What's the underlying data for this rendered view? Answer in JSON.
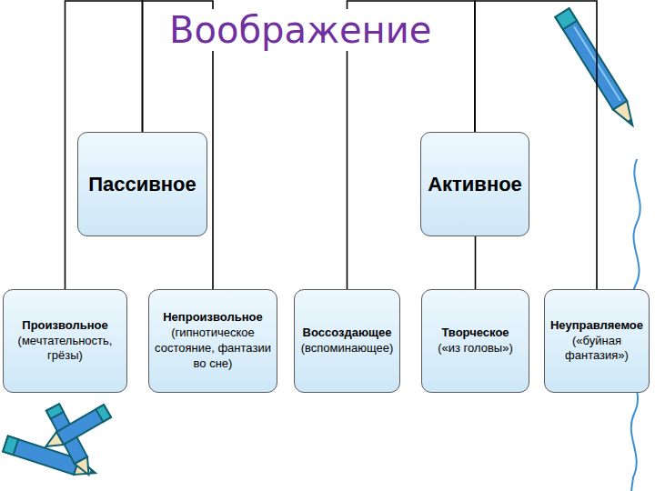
{
  "diagram": {
    "title": "Воображение",
    "nodes": [
      {
        "text": [
          "Пассивное"
        ]
      },
      {
        "text": [
          "Активное"
        ]
      },
      {
        "text": [
          "Произвольное",
          "(мечтательность, грёзы)"
        ]
      },
      {
        "text": [
          "Непроизвольное",
          "(гипнотическое состояние, фантазии во сне)"
        ]
      },
      {
        "text": [
          "Воссоздающее",
          "(вспоминающее)"
        ]
      },
      {
        "text": [
          "Творческое",
          "(«из головы»)"
        ]
      },
      {
        "text": [
          "Неуправляемое",
          "(«буйная фантазия»)"
        ]
      }
    ],
    "edges": [
      {
        "from": 0,
        "to": 2,
        "arrow": "none"
      },
      {
        "from": 0,
        "to": 3,
        "arrow": "none"
      },
      {
        "from": 1,
        "to": 4,
        "arrow": "none"
      },
      {
        "from": 1,
        "to": 5,
        "arrow": "none"
      },
      {
        "from": 1,
        "to": 6,
        "arrow": "none"
      }
    ]
  }
}
